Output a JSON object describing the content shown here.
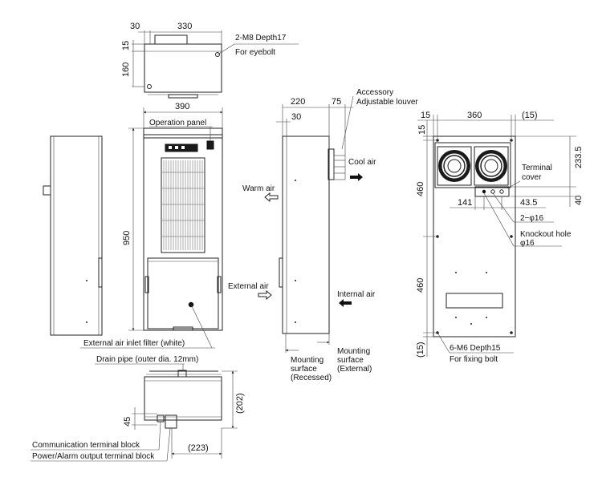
{
  "dims": {
    "top_30": "30",
    "top_330": "330",
    "top_15": "15",
    "top_160": "160",
    "front_390": "390",
    "front_950": "950",
    "side_220": "220",
    "side_75": "75",
    "side_30": "30",
    "right_15_left": "15",
    "right_360": "360",
    "right_15_right": "(15)",
    "right_15_top": "15",
    "right_233_5": "233.5",
    "right_460_a": "460",
    "right_460_b": "460",
    "right_40": "40",
    "right_43_5": "43.5",
    "right_141": "141",
    "right_15_bottom": "(15)",
    "bottom_45": "45",
    "bottom_202": "(202)",
    "bottom_223": "(223)"
  },
  "labels": {
    "eyebolt_1": "2-M8 Depth17",
    "eyebolt_2": "For eyebolt",
    "operation_panel": "Operation panel",
    "accessory_1": "Accessory",
    "accessory_2": "Adjustable louver",
    "cool_air": "Cool air",
    "warm_air": "Warm air",
    "external_air": "External air",
    "internal_air": "Internal air",
    "terminal_cover_1": "Terminal",
    "terminal_cover_2": "cover",
    "phi16_a": "2−φ16",
    "knockout_1": "Knockout hole",
    "knockout_2": "φ16",
    "fixing_1": "6-M6 Depth15",
    "fixing_2": "For fixing bolt",
    "filter": "External air inlet filter (white)",
    "drain": "Drain pipe (outer dia. 12mm)",
    "mount_recessed_1": "Mounting",
    "mount_recessed_2": "surface",
    "mount_recessed_3": "(Recessed)",
    "mount_external_1": "Mounting",
    "mount_external_2": "surface",
    "mount_external_3": "(External)",
    "comm_terminal": "Communication terminal block",
    "power_terminal": "Power/Alarm output terminal block"
  }
}
